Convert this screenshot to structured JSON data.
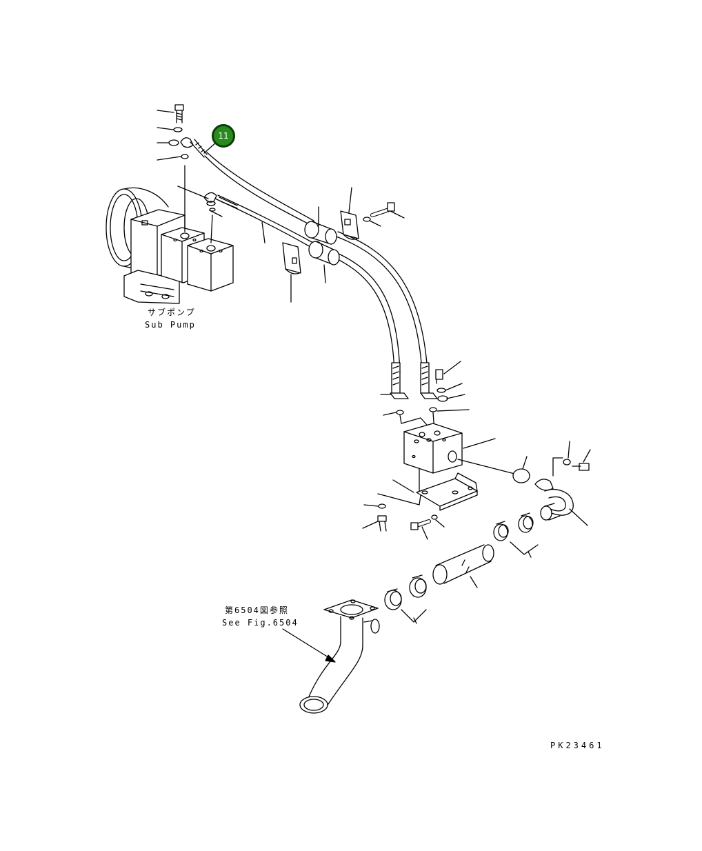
{
  "callout": {
    "number": "11"
  },
  "labels": {
    "sub_pump_jp": "サブポンプ",
    "sub_pump_en": "Sub Pump",
    "see_fig_jp": "第6504図参照",
    "see_fig_en": "See Fig.6504",
    "drawing_code": "PK23461"
  },
  "colors": {
    "callout_fill": "#2a8a1e",
    "callout_border": "#0b3d08",
    "line": "#000000"
  }
}
